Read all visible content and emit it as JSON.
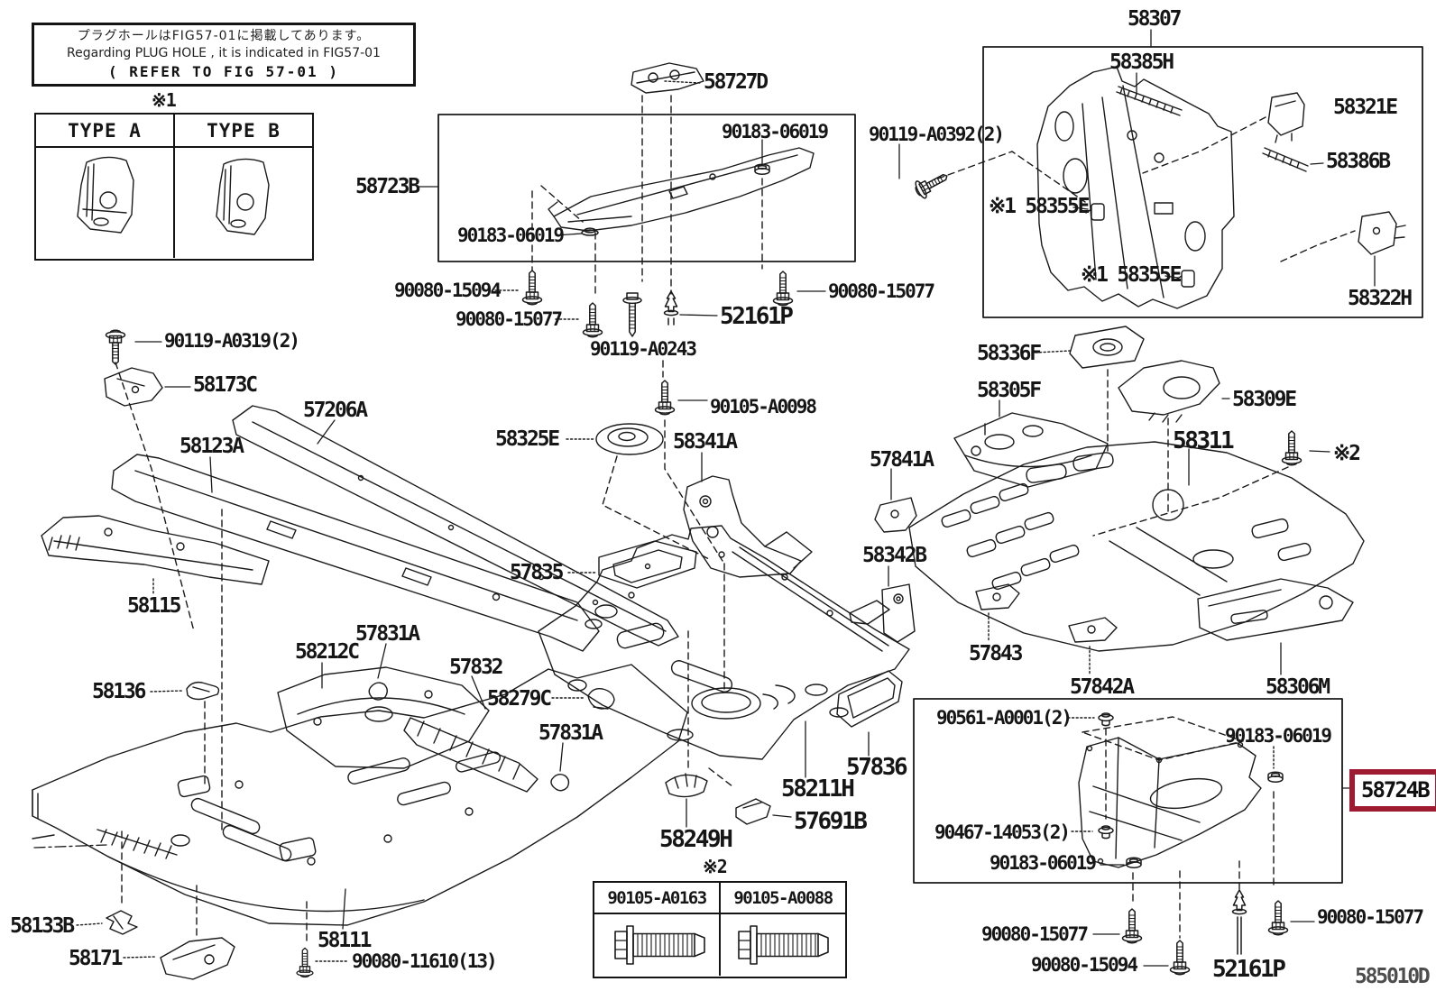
{
  "note_box": {
    "line1": "プラグホールはFIG57-01に掲載してあります。",
    "line2": "Regarding PLUG HOLE , it is indicated in FIG57-01",
    "line3": "( REFER TO FIG 57-01 )"
  },
  "type_table": {
    "mark": "※1",
    "headers": [
      "TYPE A",
      "TYPE B"
    ]
  },
  "bolt_table": {
    "mark": "※2",
    "headers": [
      "90105-A0163",
      "90105-A0088"
    ]
  },
  "highlight": {
    "part_number": "58724B",
    "box_color": "#9e1b32"
  },
  "footer": {
    "diagram_code": "585010D"
  },
  "labels": [
    {
      "text": "58727D"
    },
    {
      "text": "90183-06019"
    },
    {
      "text": "58723B"
    },
    {
      "text": "90183-06019"
    },
    {
      "text": "90080-15094"
    },
    {
      "text": "90080-15077"
    },
    {
      "text": "90119-A0243"
    },
    {
      "text": "52161P"
    },
    {
      "text": "90080-15077"
    },
    {
      "text": "58307"
    },
    {
      "text": "58385H"
    },
    {
      "text": "90119-A0392(2)"
    },
    {
      "text": "58321E"
    },
    {
      "text": "58386B"
    },
    {
      "text": "※1 58355E"
    },
    {
      "text": "※1 58355E"
    },
    {
      "text": "58322H"
    },
    {
      "text": "58336F"
    },
    {
      "text": "58305F"
    },
    {
      "text": "58309E"
    },
    {
      "text": "58311"
    },
    {
      "text": "※2"
    },
    {
      "text": "57841A"
    },
    {
      "text": "58342B"
    },
    {
      "text": "57843"
    },
    {
      "text": "57842A"
    },
    {
      "text": "58306M"
    },
    {
      "text": "90119-A0319(2)"
    },
    {
      "text": "58173C"
    },
    {
      "text": "57206A"
    },
    {
      "text": "58123A"
    },
    {
      "text": "58115"
    },
    {
      "text": "58136"
    },
    {
      "text": "58212C"
    },
    {
      "text": "57831A"
    },
    {
      "text": "57832"
    },
    {
      "text": "58279C"
    },
    {
      "text": "57831A"
    },
    {
      "text": "58133B"
    },
    {
      "text": "58171"
    },
    {
      "text": "58111"
    },
    {
      "text": "90080-11610(13)"
    },
    {
      "text": "58325E"
    },
    {
      "text": "90105-A0098"
    },
    {
      "text": "58341A"
    },
    {
      "text": "57835"
    },
    {
      "text": "57836"
    },
    {
      "text": "58211H"
    },
    {
      "text": "58249H"
    },
    {
      "text": "57691B"
    },
    {
      "text": "90561-A0001(2)"
    },
    {
      "text": "90183-06019"
    },
    {
      "text": "90467-14053(2)"
    },
    {
      "text": "90183-06019"
    },
    {
      "text": "90080-15077"
    },
    {
      "text": "90080-15094"
    },
    {
      "text": "52161P"
    },
    {
      "text": "90080-15077"
    }
  ]
}
